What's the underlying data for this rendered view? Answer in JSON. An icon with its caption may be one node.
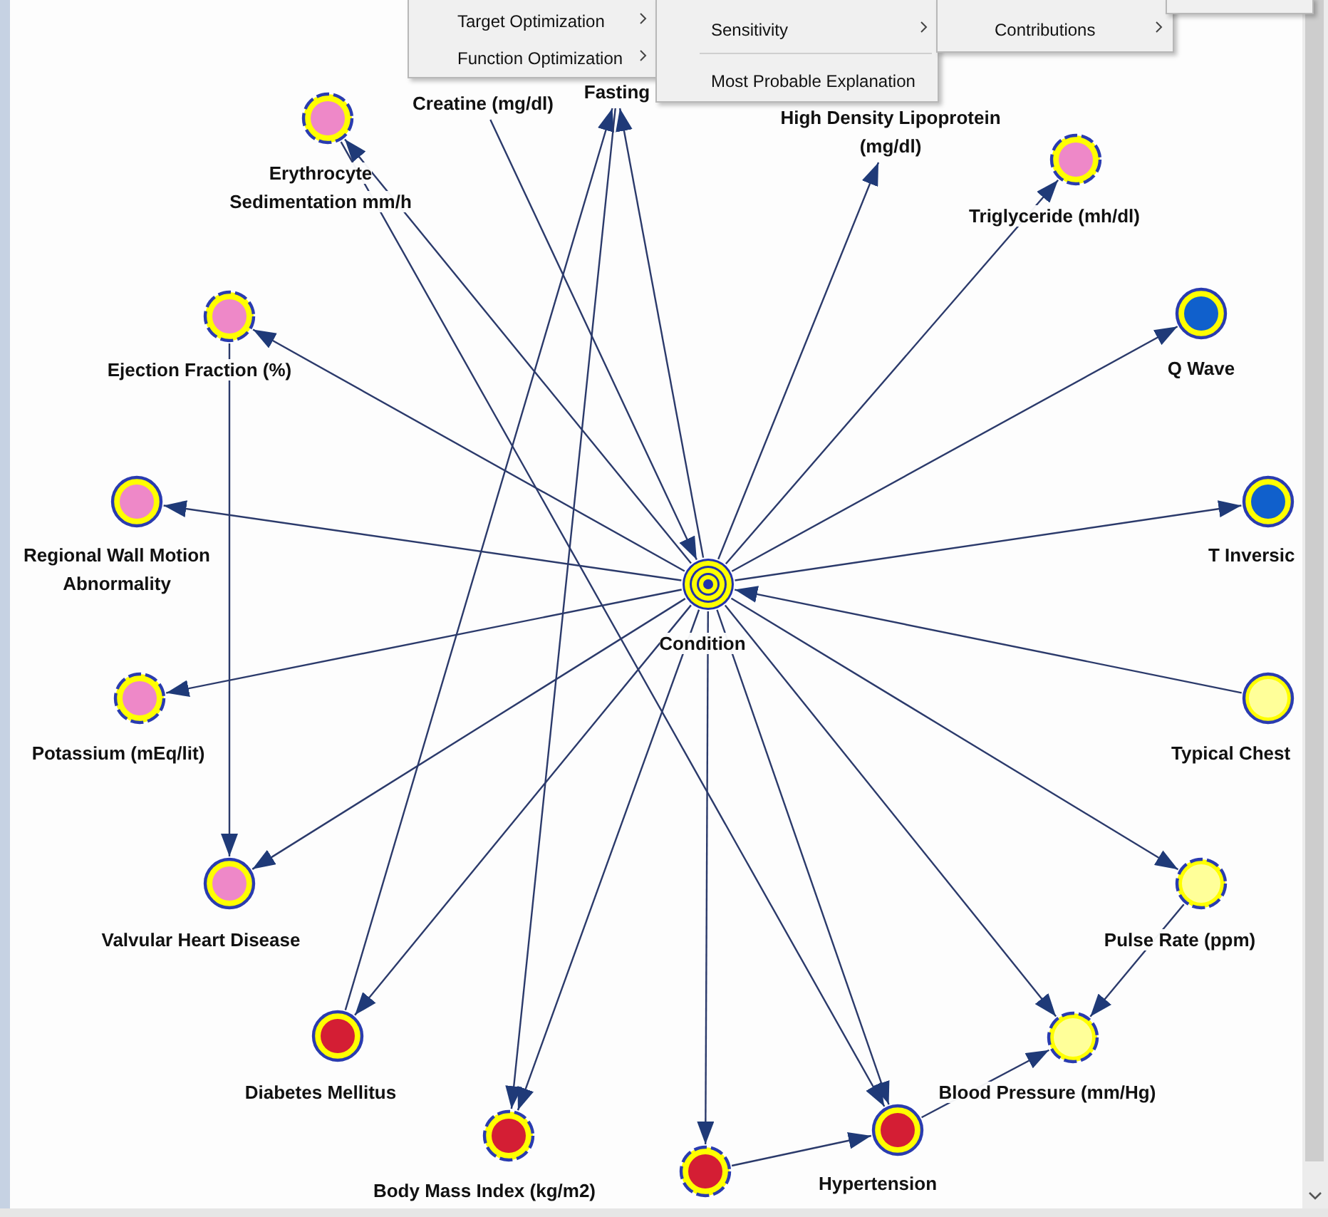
{
  "diagram": {
    "nodes": [
      {
        "text": [
          "Creatine (mg/dl)"
        ]
      },
      {
        "text": [
          "Fasting"
        ]
      },
      {
        "text": [
          "High Density Lipoprotein (mg/dl)"
        ]
      },
      {
        "text": [
          "Erythrocyte Sedimentation mm/h"
        ]
      },
      {
        "text": [
          "Triglyceride (mh/dl)"
        ]
      },
      {
        "text": [
          "Ejection Fraction (%)"
        ]
      },
      {
        "text": [
          "Q Wave"
        ]
      },
      {
        "text": [
          "Regional Wall Motion Abnormality"
        ]
      },
      {
        "text": [
          "T Inversic"
        ]
      },
      {
        "text": [
          "Condition"
        ]
      },
      {
        "text": [
          "Potassium (mEq/lit)"
        ]
      },
      {
        "text": [
          "Typical Chest"
        ]
      },
      {
        "text": [
          "Valvular Heart Disease"
        ]
      },
      {
        "text": [
          "Pulse Rate (ppm)"
        ]
      },
      {
        "text": [
          "Diabetes Mellitus"
        ]
      },
      {
        "text": [
          "Blood Pressure (mm/Hg)"
        ]
      },
      {
        "text": [
          "Hypertension"
        ]
      },
      {
        "text": [
          "Body Mass Index (kg/m2)"
        ]
      },
      {
        "text": [],
        "shape": "circle"
      }
    ],
    "edges": [
      {
        "from": 0,
        "to": 9,
        "arrow": "to"
      },
      {
        "from": 9,
        "to": 1,
        "arrow": "to"
      },
      {
        "from": 14,
        "to": 1,
        "arrow": "to"
      },
      {
        "from": 1,
        "to": 17,
        "arrow": "to"
      },
      {
        "from": 9,
        "to": 2,
        "arrow": "to"
      },
      {
        "from": 9,
        "to": 3,
        "arrow": "to"
      },
      {
        "from": 3,
        "to": 16,
        "arrow": "to"
      },
      {
        "from": 9,
        "to": 4,
        "arrow": "to"
      },
      {
        "from": 9,
        "to": 5,
        "arrow": "to"
      },
      {
        "from": 5,
        "to": 12,
        "arrow": "to"
      },
      {
        "from": 9,
        "to": 6,
        "arrow": "to"
      },
      {
        "from": 9,
        "to": 7,
        "arrow": "to"
      },
      {
        "from": 9,
        "to": 8,
        "arrow": "to"
      },
      {
        "from": 11,
        "to": 9,
        "arrow": "to"
      },
      {
        "from": 9,
        "to": 10,
        "arrow": "to"
      },
      {
        "from": 9,
        "to": 12,
        "arrow": "to"
      },
      {
        "from": 9,
        "to": 13,
        "arrow": "to"
      },
      {
        "from": 13,
        "to": 15,
        "arrow": "to"
      },
      {
        "from": 9,
        "to": 14,
        "arrow": "to"
      },
      {
        "from": 9,
        "to": 15,
        "arrow": "to"
      },
      {
        "from": 9,
        "to": 16,
        "arrow": "to"
      },
      {
        "from": 9,
        "to": 17,
        "arrow": "to"
      },
      {
        "from": 9,
        "to": 18,
        "arrow": "to"
      },
      {
        "from": 18,
        "to": 16,
        "arrow": "to"
      },
      {
        "from": 16,
        "to": 15,
        "arrow": "to"
      }
    ],
    "labels": [
      "Target Optimization",
      "Function Optimization",
      "Sensitivity",
      "Most Probable Explanation",
      "Contributions"
    ]
  }
}
